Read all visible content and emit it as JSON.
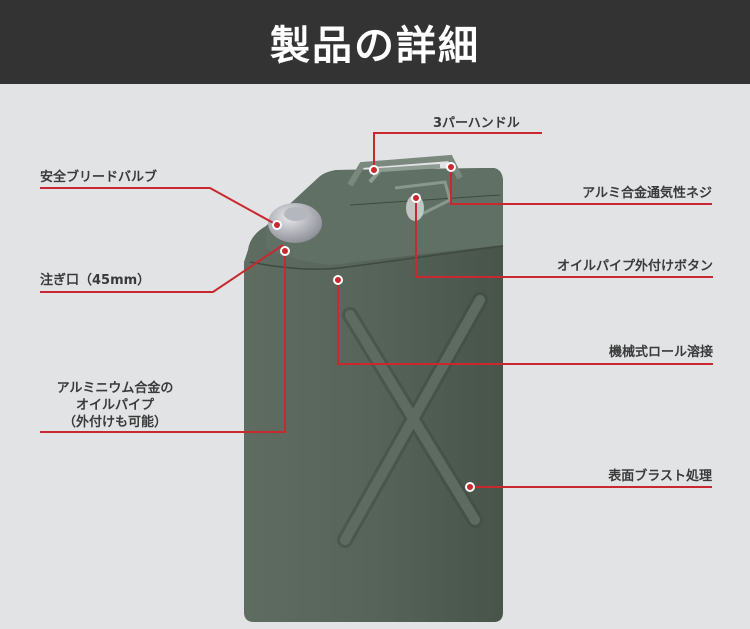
{
  "header": {
    "title": "製品の詳細"
  },
  "colors": {
    "accent": "#c8282e",
    "can": "#56645a",
    "header_bg": "#333333"
  },
  "callouts": {
    "handle": "3パーハンドル",
    "bleed_valve": "安全ブリードバルブ",
    "vent_screw": "アルミ合金通気性ネジ",
    "spout": "注ぎ口（45mm）",
    "pipe_button": "オイルパイプ外付けボタン",
    "roll_weld": "機械式ロール溶接",
    "oil_pipe_line1": "アルミニウム合金の",
    "oil_pipe_line2": "オイルパイプ",
    "oil_pipe_line3": "（外付けも可能）",
    "blast": "表面ブラスト処理"
  }
}
